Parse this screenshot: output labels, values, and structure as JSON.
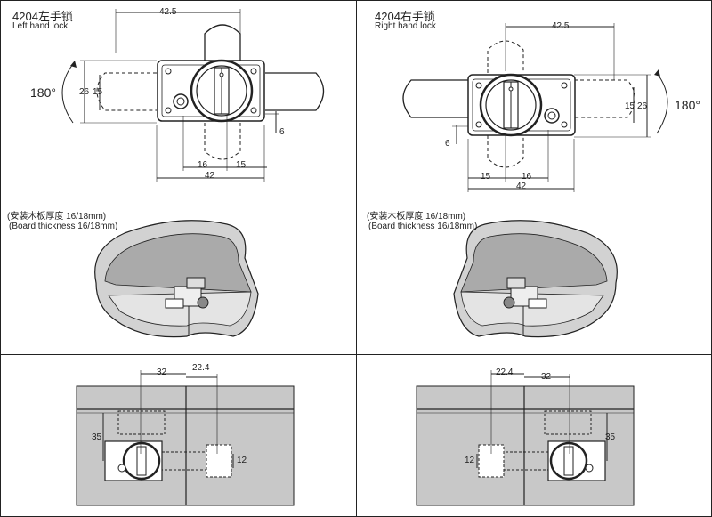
{
  "left_view": {
    "model_title": "4204左手锁",
    "subtitle": "Left hand lock",
    "angle_label": "180°",
    "dims": {
      "top_width": "42.5",
      "height_outer": "26",
      "height_inner": "15",
      "offset": "6",
      "left_gap": "16",
      "right_gap": "15",
      "total": "42"
    }
  },
  "right_view": {
    "model_title": "4204右手锁",
    "subtitle": "Right hand lock",
    "angle_label": "180°",
    "dims": {
      "top_width": "42.5",
      "height_inner": "15",
      "height_outer": "26",
      "offset": "6",
      "left_gap": "15",
      "right_gap": "16",
      "total": "42"
    }
  },
  "install_note": {
    "cn": "(安装木板厚度 16/18mm)",
    "en": "(Board thickness 16/18mm)"
  },
  "bottom_left": {
    "width_a": "32",
    "width_b": "22.4",
    "height": "35",
    "small": "12"
  },
  "bottom_right": {
    "width_b": "22.4",
    "width_a": "32",
    "height": "35",
    "small": "12"
  },
  "colors": {
    "line": "#222222",
    "board_fill": "#d2d2d2",
    "board_face": "#c8c8c8"
  }
}
